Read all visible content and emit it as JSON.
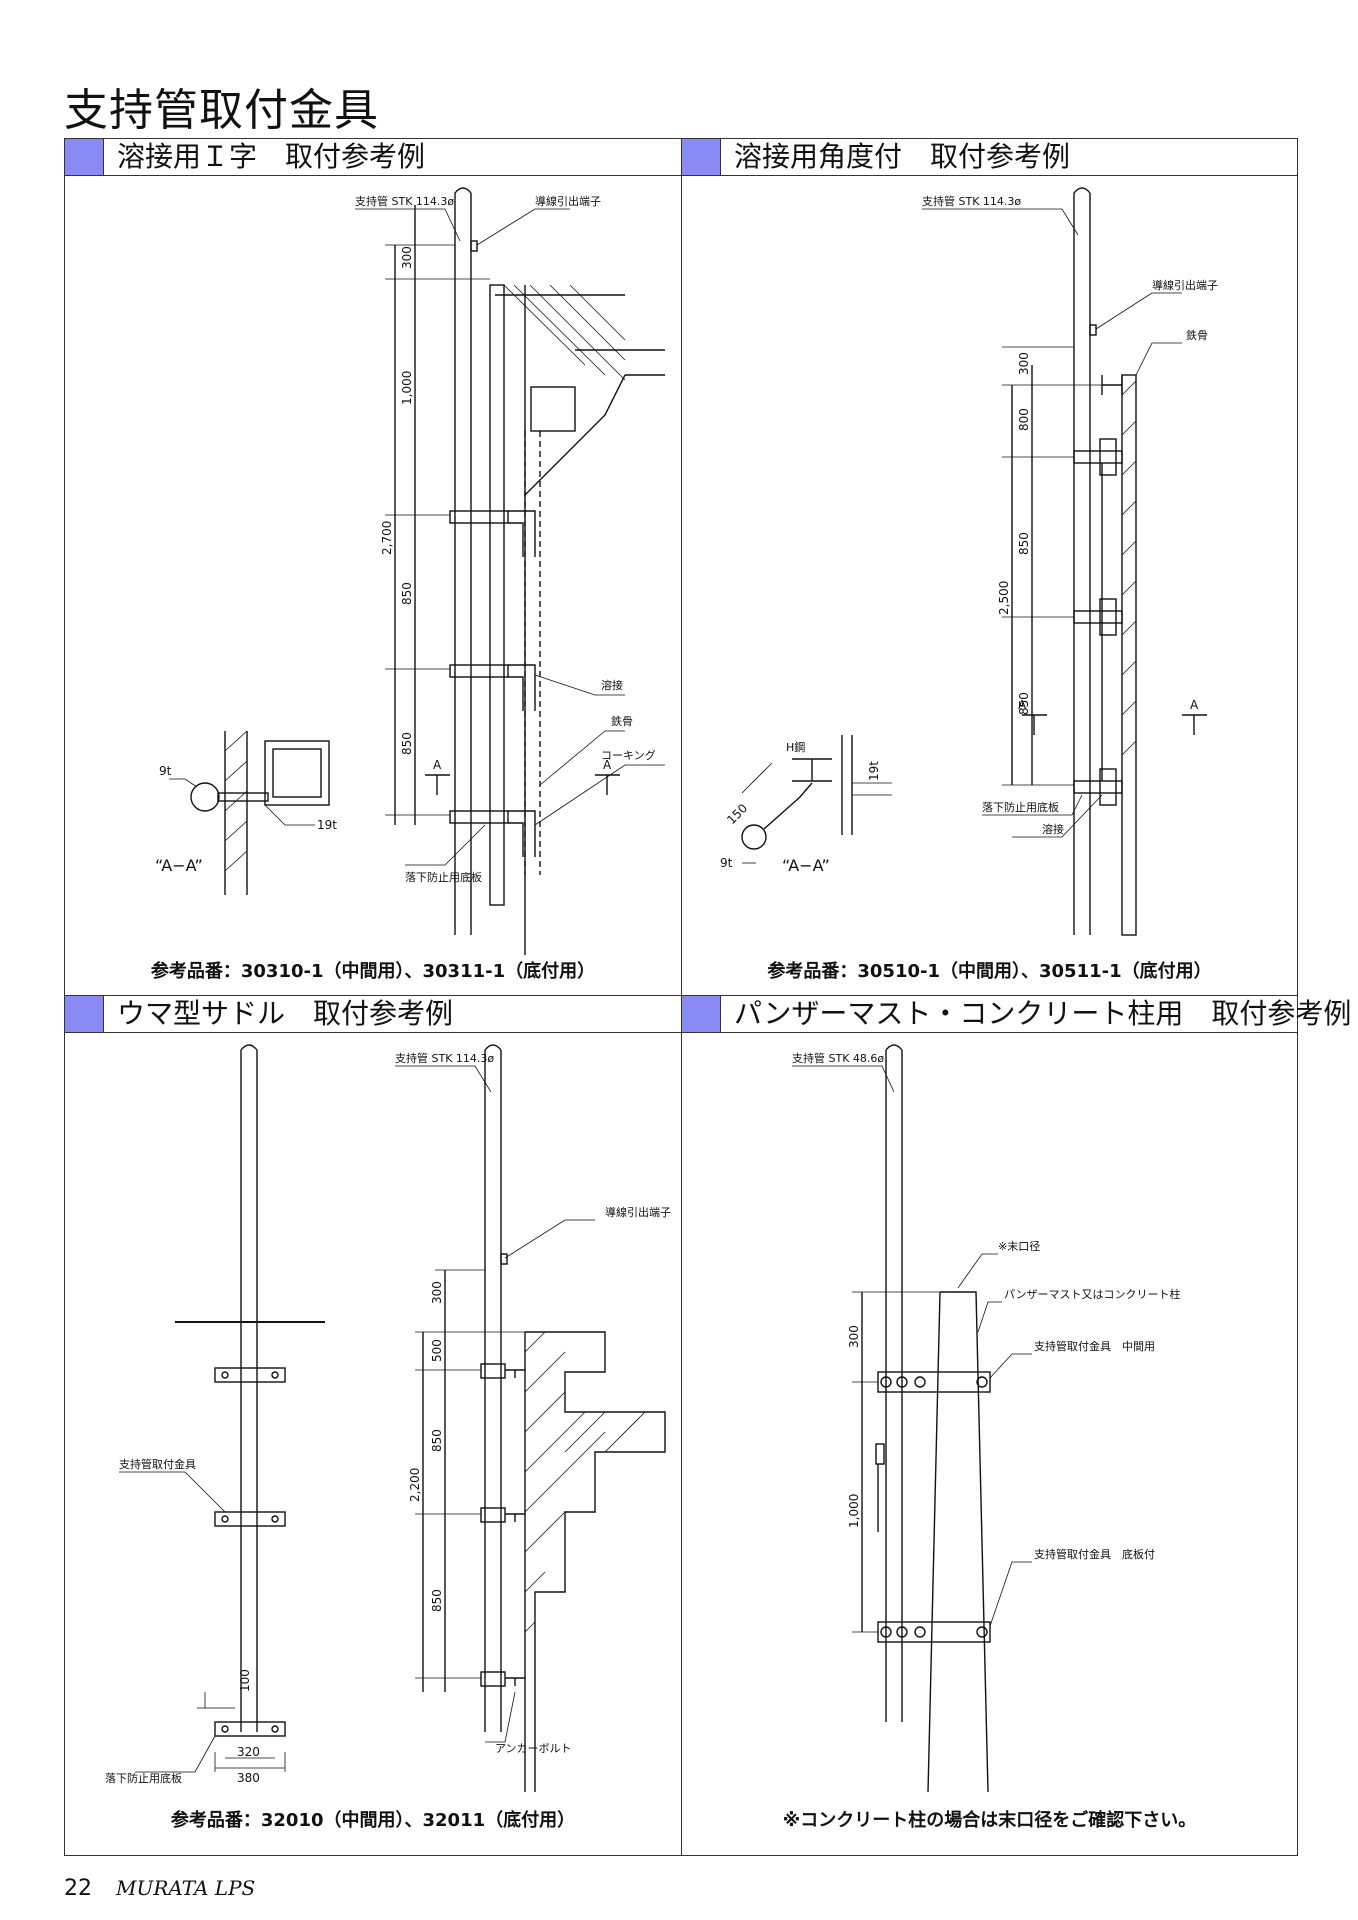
{
  "page": {
    "title": "支持管取付金具"
  },
  "panels": [
    {
      "title": "溶接用Ｉ字　取付参考例",
      "caption": "参考品番：30310-1（中間用）、30311-1（底付用）",
      "labels": {
        "pipe": "支持管 STK 114.3ø",
        "terminal": "導線引出端子",
        "weld": "溶接",
        "frame": "鉄骨",
        "caulk": "コーキング",
        "bottom": "落下防止用底板",
        "section": "“A−A”",
        "a": "A",
        "t9": "9t",
        "t19": "19t",
        "d300": "300",
        "d1000": "1,000",
        "d2700": "2,700",
        "d850a": "850",
        "d850b": "850"
      }
    },
    {
      "title": "溶接用角度付　取付参考例",
      "caption": "参考品番：30510-1（中間用）、30511-1（底付用）",
      "labels": {
        "pipe": "支持管 STK 114.3ø",
        "terminal": "導線引出端子",
        "frame": "鉄骨",
        "hsteel": "H鋼",
        "bottom": "落下防止用底板",
        "weld": "溶接",
        "section": "“A−A”",
        "a": "A",
        "t9": "9t",
        "t19": "19t",
        "d150": "150",
        "d300": "300",
        "d800": "800",
        "d2500": "2,500",
        "d850a": "850",
        "d850b": "850"
      }
    },
    {
      "title": "ウマ型サドル　取付参考例",
      "caption": "参考品番：32010（中間用）、32011（底付用）",
      "labels": {
        "pipe": "支持管 STK 114.3ø",
        "terminal": "導線引出端子",
        "fitting": "支持管取付金具",
        "bottom": "落下防止用底板",
        "anchor": "アンカーボルト",
        "d100": "100",
        "d320": "320",
        "d380": "380",
        "d300": "300",
        "d500": "500",
        "d2200": "2,200",
        "d850a": "850",
        "d850b": "850"
      }
    },
    {
      "title": "パンザーマスト・コンクリート柱用　取付参考例",
      "caption": "※コンクリート柱の場合は末口径をご確認下さい。",
      "labels": {
        "pipe": "支持管 STK 48.6ø",
        "top": "※末口径",
        "pole": "パンザーマスト又はコンクリート柱",
        "mid": "支持管取付金具　中間用",
        "base": "支持管取付金具　底板付",
        "d300": "300",
        "d1000": "1,000"
      }
    }
  ],
  "footer": {
    "page_number": "22",
    "brand": "MURATA LPS"
  }
}
